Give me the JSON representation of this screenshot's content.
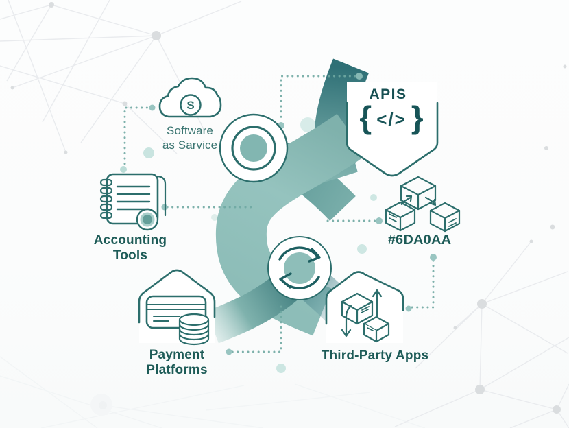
{
  "diagram": {
    "type": "integration-helix-illustration",
    "labels": {
      "saas": {
        "line1": "Software",
        "line2": "as Sarvice",
        "symbol": "S"
      },
      "accounting": {
        "line1": "Accounting",
        "line2": "Tools"
      },
      "payment": {
        "line1": "Payment",
        "line2": "Platforms"
      },
      "apis": {
        "title": "APIS",
        "brace_left": "{",
        "code": "</>",
        "brace_right": "}"
      },
      "hex_code": {
        "title": "#6DA0AA"
      },
      "third_party": {
        "title": "Third-Party Apps"
      }
    },
    "icons": {
      "saas": "cloud-dollar-icon",
      "accounting": "spiral-notebook-icon",
      "payment": "house-card-coins-icon",
      "apis": "code-shield-icon",
      "hex_code": "linked-cubes-icon",
      "third_party": "boxes-exchange-icon",
      "node_top": "target-node-icon",
      "node_bottom": "sync-node-icon"
    },
    "colors": {
      "outline": "#2C6E6C",
      "label_text": "#1D5B57",
      "saas_text": "#3A7470",
      "ribbon_light": "#93C1BC",
      "ribbon_dark": "#3F7D7E",
      "ribbon_darkest": "#2F7076",
      "dotted_line": "#6FA8A2",
      "dot_accent": "#8FC0BB",
      "dot_soft": "#CBE5E1",
      "mesh_line": "#E9EBEE",
      "mesh_node": "#DADDDF",
      "background": "#FBFCFC"
    }
  }
}
